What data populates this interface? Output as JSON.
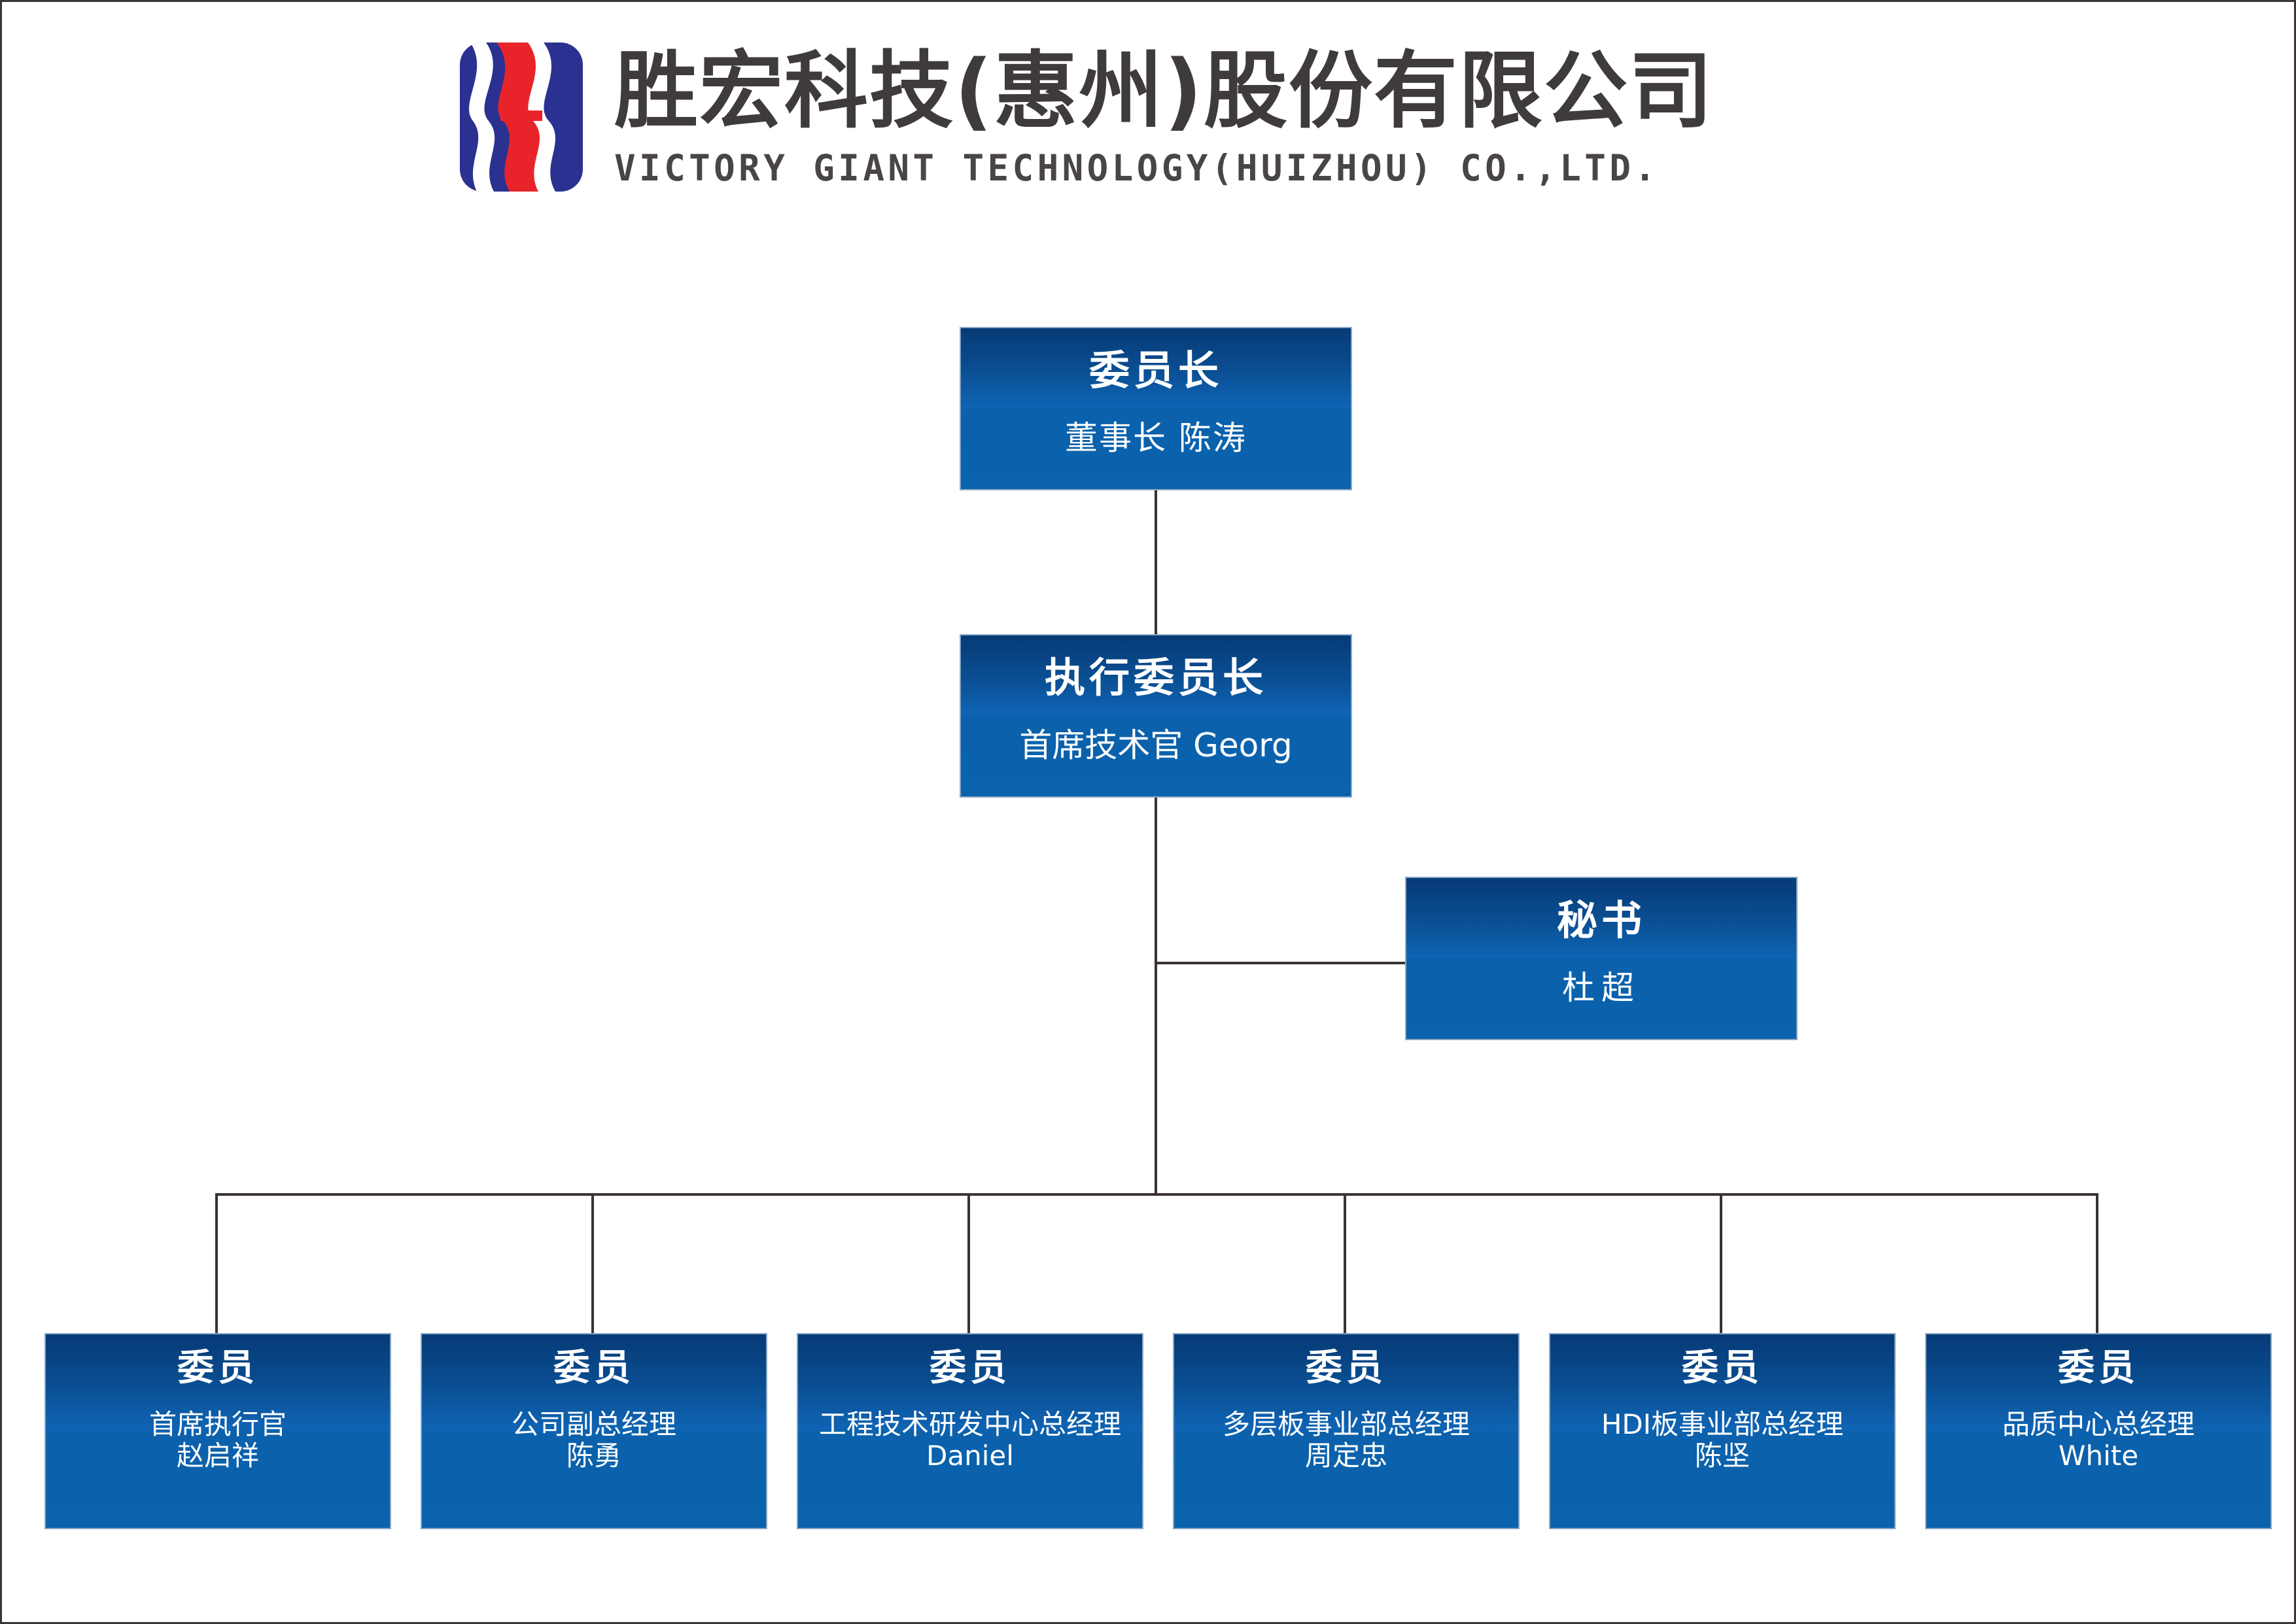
{
  "header": {
    "logo_icon": "victory-giant-s-logo",
    "logo_colors": {
      "blue": "#2b3191",
      "red": "#e8242a"
    },
    "company_name_cn": "胜宏科技(惠州)股份有限公司",
    "company_name_en": "VICTORY GIANT TECHNOLOGY(HUIZHOU) CO.,LTD."
  },
  "colors": {
    "node_gradient_top": "#063a76",
    "node_gradient_mid": "#0f64b4",
    "node_flat_bottom": "#0b62ad",
    "node_border": "#8aa7c4",
    "connector": "#3a3231",
    "page_border": "#3a3535",
    "text_dark": "#403b3b",
    "text_on_node": "#ffffff"
  },
  "chart_data": {
    "type": "diagram",
    "subtype": "organization-chart",
    "title": "胜宏科技(惠州)股份有限公司",
    "nodes": [
      {
        "id": "chairman",
        "level": 0,
        "title": "委员长",
        "subtitle": "董事长 陈涛",
        "name": "陈涛",
        "role": "董事长"
      },
      {
        "id": "exec",
        "level": 1,
        "title": "执行委员长",
        "subtitle": "首席技术官 Georg",
        "name": "Georg",
        "role": "首席技术官"
      },
      {
        "id": "secretary",
        "level": 2,
        "title": "秘书",
        "subtitle": "杜超",
        "name": "杜超",
        "role": "秘书"
      },
      {
        "id": "member1",
        "level": 3,
        "title": "委员",
        "role": "首席执行官",
        "name": "赵启祥"
      },
      {
        "id": "member2",
        "level": 3,
        "title": "委员",
        "role": "公司副总经理",
        "name": "陈勇"
      },
      {
        "id": "member3",
        "level": 3,
        "title": "委员",
        "role": "工程技术研发中心总经理",
        "name": "Daniel"
      },
      {
        "id": "member4",
        "level": 3,
        "title": "委员",
        "role": "多层板事业部总经理",
        "name": "周定忠"
      },
      {
        "id": "member5",
        "level": 3,
        "title": "委员",
        "role": "HDI板事业部总经理",
        "name": "陈坚"
      },
      {
        "id": "member6",
        "level": 3,
        "title": "委员",
        "role": "品质中心总经理",
        "name": "White"
      }
    ],
    "edges": [
      {
        "from": "chairman",
        "to": "exec"
      },
      {
        "from": "exec",
        "to": "secretary"
      },
      {
        "from": "exec",
        "to": "member1"
      },
      {
        "from": "exec",
        "to": "member2"
      },
      {
        "from": "exec",
        "to": "member3"
      },
      {
        "from": "exec",
        "to": "member4"
      },
      {
        "from": "exec",
        "to": "member5"
      },
      {
        "from": "exec",
        "to": "member6"
      }
    ]
  }
}
